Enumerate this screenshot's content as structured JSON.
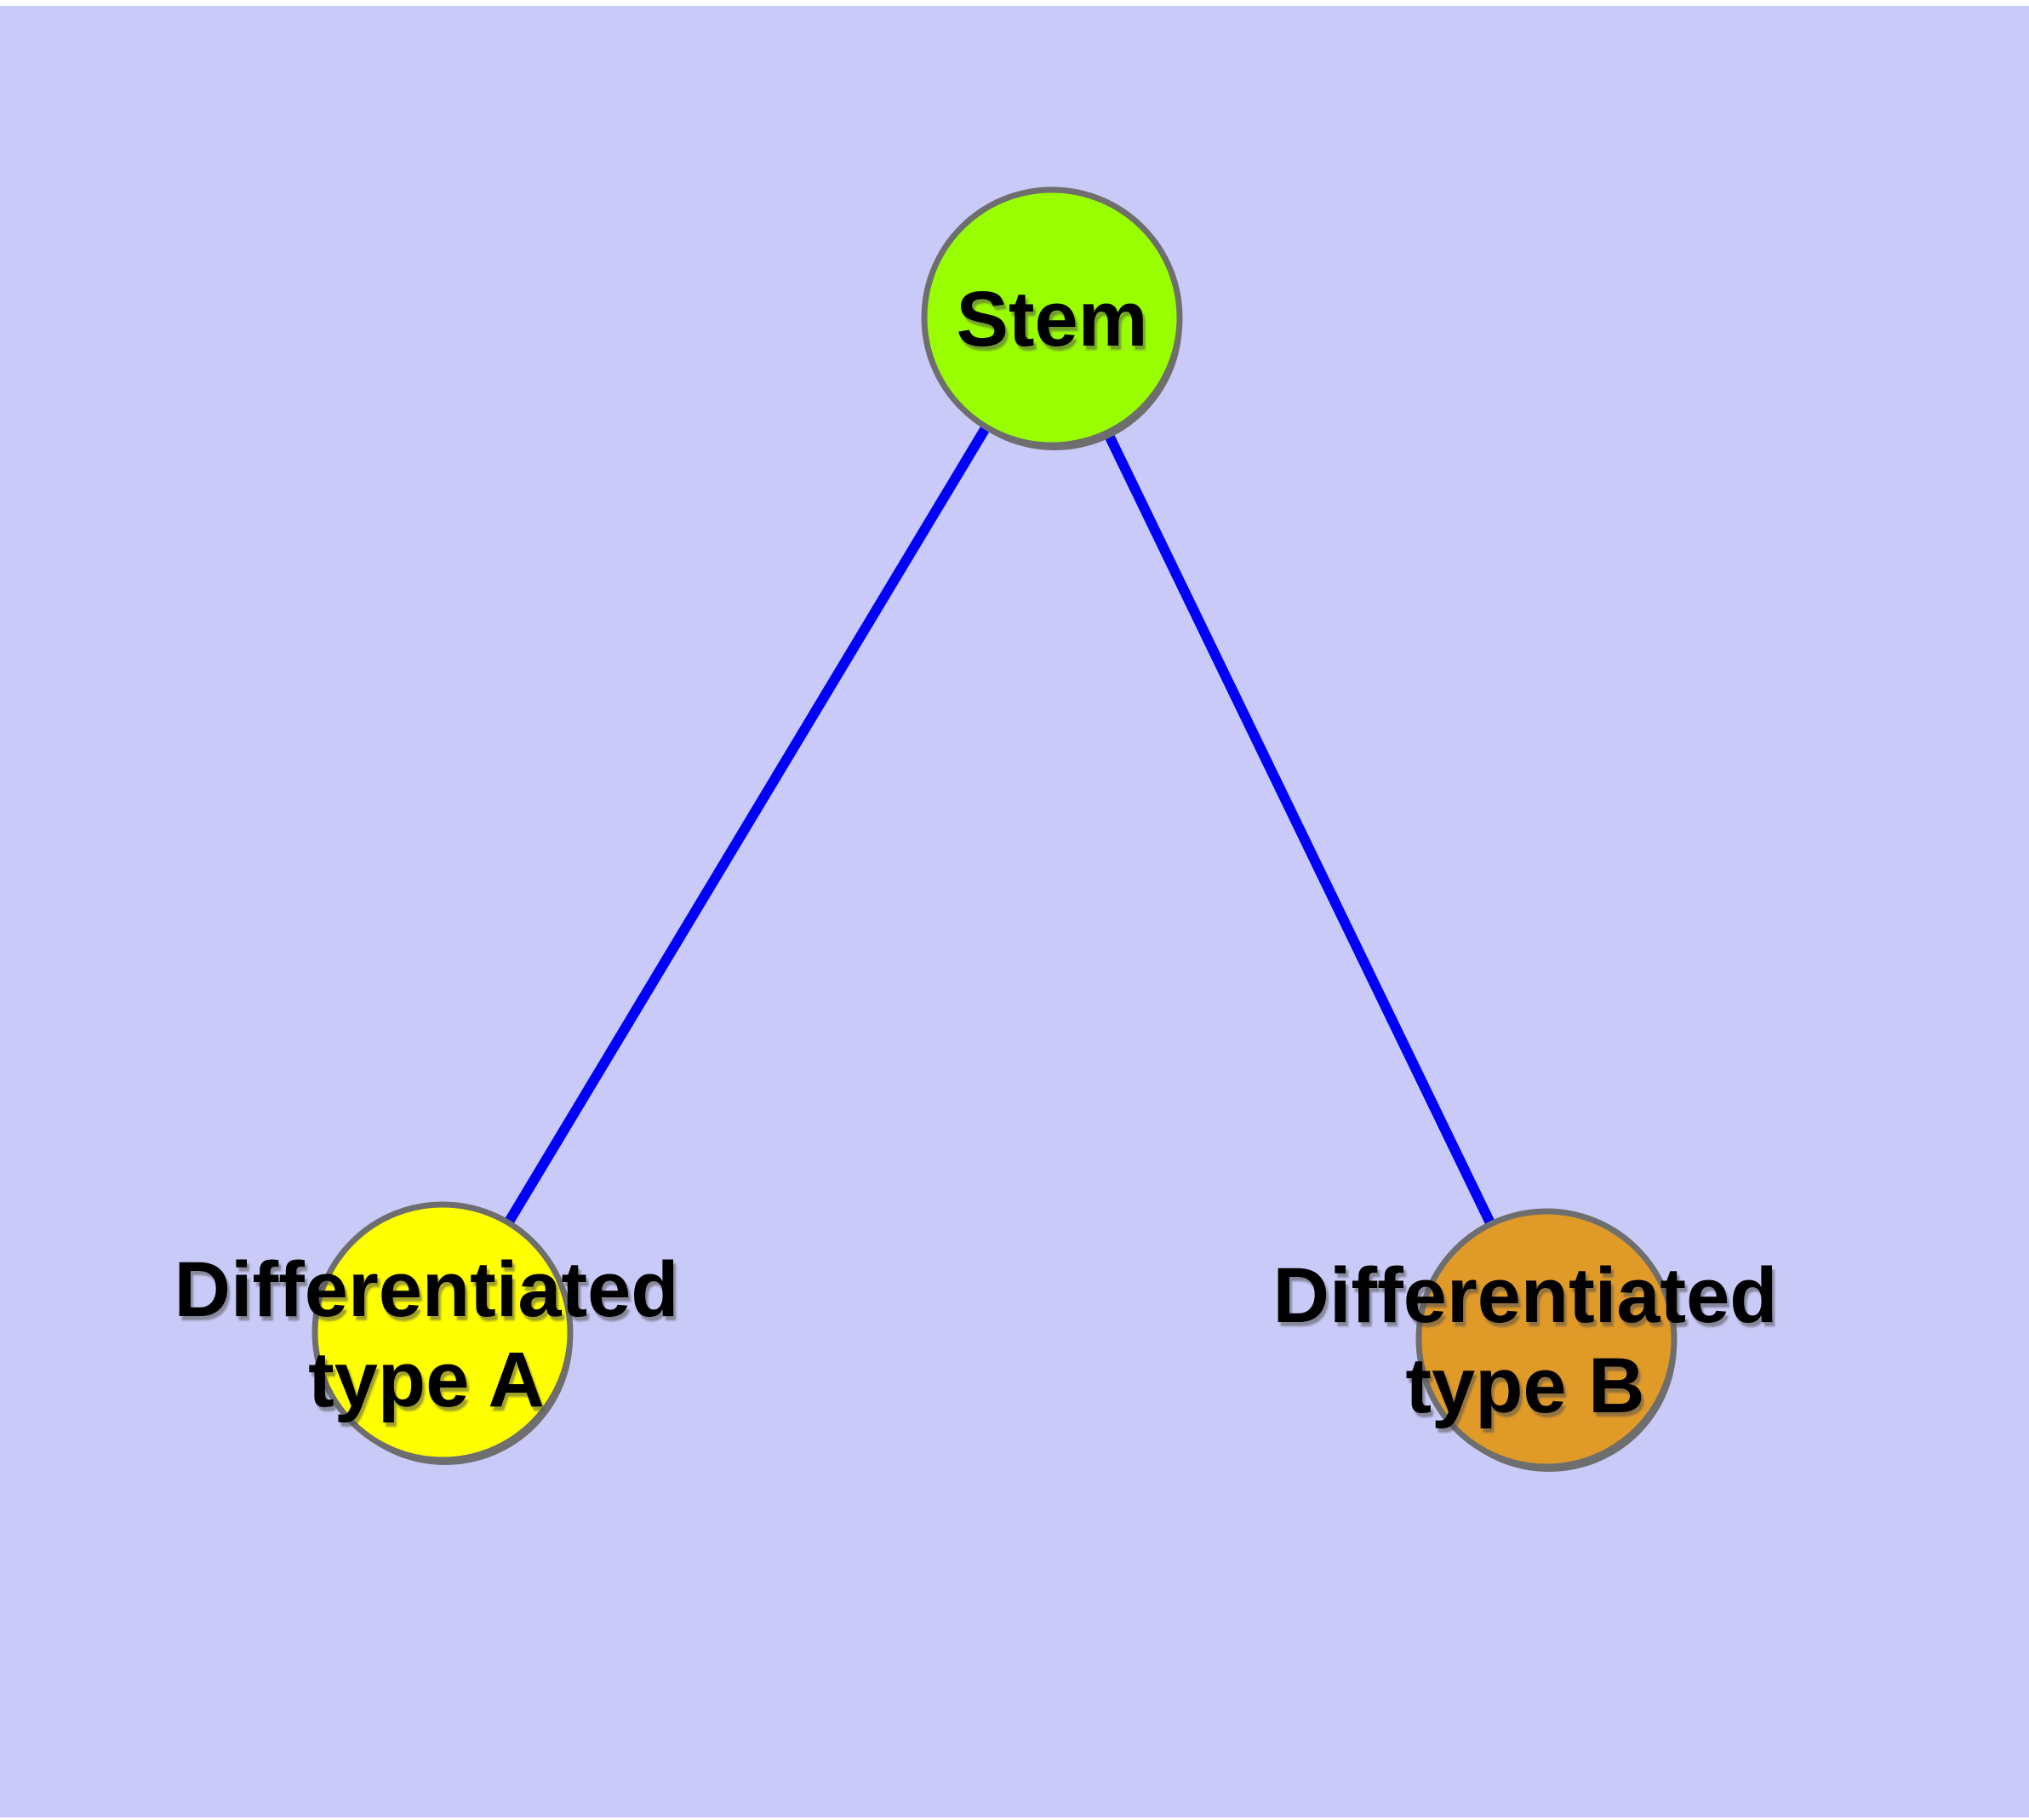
{
  "diagram": {
    "type": "graph",
    "description": "Stem cell differentiation tree: one stem node connected to two differentiated cell-type nodes",
    "nodes": {
      "stem": {
        "label": "Stem",
        "fill": "#99FE00"
      },
      "type_a": {
        "line1": "Differentiated",
        "line2": "type A",
        "fill": "#FFFF00"
      },
      "type_b": {
        "line1": "Differentiated",
        "line2": "type B",
        "fill": "#E09A28"
      }
    },
    "edges": [
      {
        "from": "stem",
        "to": "type_a"
      },
      {
        "from": "stem",
        "to": "type_b"
      }
    ],
    "colors": {
      "background": "#CACAF8",
      "edge": "#0000FA",
      "node_border": "#6E6E6E",
      "node_shadow": "#6E6E6E",
      "label_text": "#000000"
    }
  }
}
